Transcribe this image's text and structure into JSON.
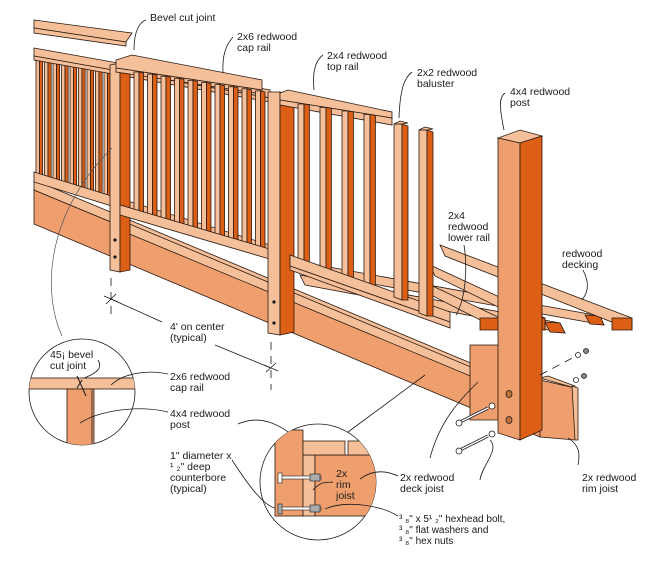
{
  "diagram": {
    "title": "Redwood deck railing construction detail",
    "colors": {
      "wood_light": "#f4bf99",
      "wood_mid": "#ee9f6d",
      "wood_dark": "#dd5f16",
      "outline": "#2a1a10",
      "background": "#ffffff"
    },
    "labels": {
      "bevel_cut_joint": "Bevel cut joint",
      "cap_rail": "2x6 redwood\ncap rail",
      "top_rail": "2x4 redwood\ntop rail",
      "baluster": "2x2 redwood\nbaluster",
      "post": "4x4 redwood\npost",
      "lower_rail": "2x4\nredwood\nlower rail",
      "decking": "redwood\ndecking",
      "on_center": "4' on center\n(typical)",
      "detail_bevel": "45¡ bevel\ncut joint",
      "detail_cap_rail": "2x6 redwood\ncap rail",
      "detail_post": "4x4 redwood\npost",
      "counterbore": "1\" diameter x\n¹ ₂\" deep\ncounterbore\n(typical)",
      "rim_joist_inner": "2x\nrim\njoist",
      "deck_joist": "2x redwood\ndeck joist",
      "hardware": "³ ₈\" x 5¹ ₂\" hexhead bolt,\n³ ₈\" flat washers and\n³ ₈\" hex nuts",
      "rim_joist": "2x redwood\nrim joist"
    }
  }
}
